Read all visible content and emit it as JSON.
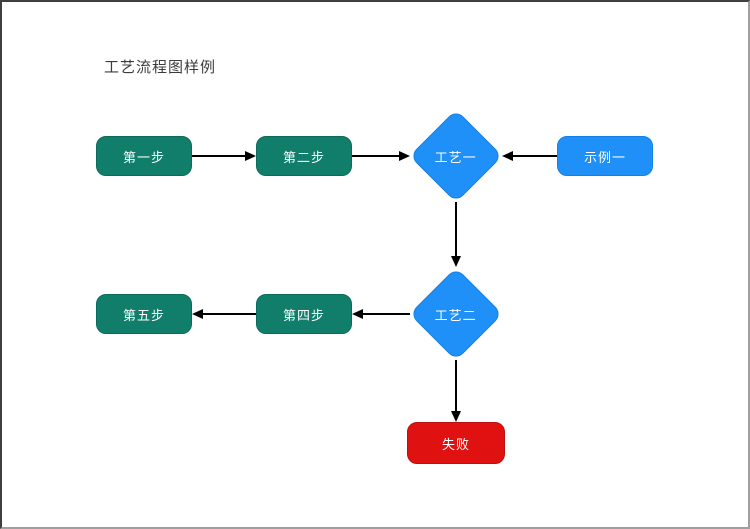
{
  "page": {
    "title": "工艺流程图样例"
  },
  "diagram": {
    "nodes": {
      "step1": {
        "label": "第一步",
        "type": "process",
        "color": "#117e6b"
      },
      "step2": {
        "label": "第二步",
        "type": "process",
        "color": "#117e6b"
      },
      "proc1": {
        "label": "工艺一",
        "type": "decision",
        "color": "#1e90f7"
      },
      "example1": {
        "label": "示例一",
        "type": "process",
        "color": "#1e90f7"
      },
      "proc2": {
        "label": "工艺二",
        "type": "decision",
        "color": "#1e90f7"
      },
      "step4": {
        "label": "第四步",
        "type": "process",
        "color": "#117e6b"
      },
      "step5": {
        "label": "第五步",
        "type": "process",
        "color": "#117e6b"
      },
      "fail": {
        "label": "失败",
        "type": "terminal",
        "color": "#e01111"
      }
    },
    "edges": [
      {
        "from": "第一步",
        "to": "第二步"
      },
      {
        "from": "第二步",
        "to": "工艺一"
      },
      {
        "from": "示例一",
        "to": "工艺一"
      },
      {
        "from": "工艺一",
        "to": "工艺二"
      },
      {
        "from": "工艺二",
        "to": "第四步"
      },
      {
        "from": "第四步",
        "to": "第五步"
      },
      {
        "from": "工艺二",
        "to": "失败"
      }
    ],
    "colors": {
      "process_green": "#117e6b",
      "decision_blue": "#1e90f7",
      "fail_red": "#e01111",
      "arrow_black": "#000000",
      "title_text": "#3c3c3c"
    }
  }
}
